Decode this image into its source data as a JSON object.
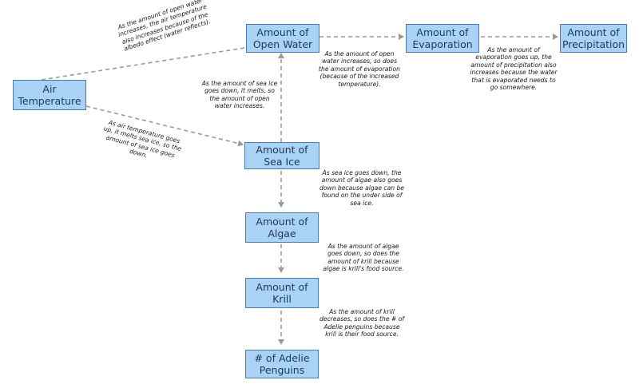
{
  "nodes": {
    "air_temperature": "Air Temperature",
    "open_water": "Amount of Open Water",
    "evaporation": "Amount of Evaporation",
    "precipitation": "Amount of Precipitation",
    "sea_ice": "Amount of Sea Ice",
    "algae": "Amount of Algae",
    "krill": "Amount of Krill",
    "penguins": "# of Adelie Penguins"
  },
  "notes": {
    "air_open_water": "As the amount of open water increases, the air temperature also increases because of the albedo effect (water reflects).",
    "air_sea_ice": "As air temperature goes up, it melts sea ice, so the amount of sea ice goes down.",
    "sea_ice_open_water": "As the amount of sea ice goes down, it melts, so the amount of open water increases.",
    "open_water_evaporation": "As the amount of open water increases, so does the amount of evaporation (because of the increased temperature).",
    "evaporation_precipitation": "As the amount of evaporation goes up, the amount of precipitation also increases because the water that is evaporated needs to go somewhere.",
    "sea_ice_algae": "As sea ice goes down, the amount of algae also goes down because algae can be found on the under side of sea ice.",
    "algae_krill": "As the amount of algae goes down, so does the amount of krill because algae is krill's food source.",
    "krill_penguins": "As the amount of krill decreases, so does the # of Adelie penguins because krill is their food source."
  }
}
